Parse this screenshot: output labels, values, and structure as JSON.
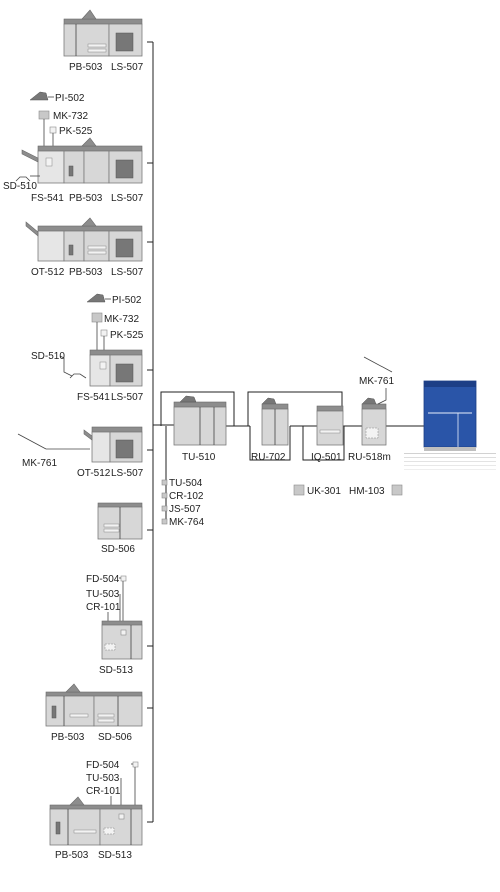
{
  "finishers": {
    "pb503_ls507": {
      "pb": "PB-503",
      "ls": "LS-507"
    },
    "fs541_group": {
      "pi": "PI-502",
      "mk": "MK-732",
      "pk": "PK-525",
      "sd": "SD-510",
      "fs": "FS-541",
      "pb": "PB-503",
      "ls": "LS-507"
    },
    "ot512_group": {
      "ot": "OT-512",
      "pb": "PB-503",
      "ls": "LS-507"
    },
    "fs541_ls_group": {
      "pi": "PI-502",
      "mk": "MK-732",
      "pk": "PK-525",
      "sd": "SD-510",
      "fs": "FS-541",
      "ls": "LS-507"
    },
    "ot512_ls_group": {
      "mk": "MK-761",
      "ot": "OT-512",
      "ls": "LS-507"
    },
    "sd506_single": {
      "sd": "SD-506"
    },
    "sd513_single": {
      "fd": "FD-504",
      "tu": "TU-503",
      "cr": "CR-101",
      "sd": "SD-513"
    },
    "pb503_sd506": {
      "pb": "PB-503",
      "sd": "SD-506"
    },
    "pb503_sd513": {
      "fd": "FD-504",
      "tu": "TU-503",
      "cr": "CR-101",
      "pb": "PB-503",
      "sd": "SD-513"
    }
  },
  "chain": {
    "tu510": "TU-510",
    "tu510_options": [
      "TU-504",
      "CR-102",
      "JS-507",
      "MK-764"
    ],
    "ru702": "RU-702",
    "iq501": "IQ-501",
    "ru518m": "RU-518m",
    "mk761": "MK-761",
    "uk301": "UK-301",
    "hm103": "HM-103"
  },
  "colors": {
    "main_unit": "#2a55a8",
    "main_unit_dark": "#1d3f86",
    "option_gray": "#c8c8c8"
  }
}
